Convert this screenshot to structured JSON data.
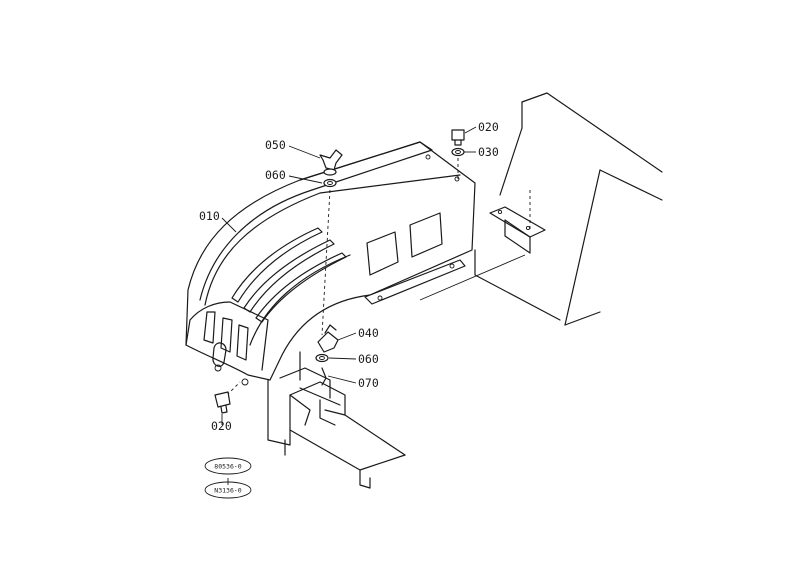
{
  "callouts": {
    "c010": "010",
    "c020_top": "020",
    "c030": "030",
    "c050": "050",
    "c060_top": "060",
    "c040": "040",
    "c060_bottom": "060",
    "c070": "070",
    "c020_bottom": "020"
  },
  "reference_codes": {
    "code1": "80536-0",
    "code2": "N3136-0"
  }
}
